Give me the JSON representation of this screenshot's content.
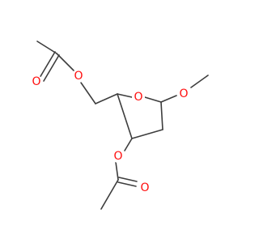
{
  "molecule": {
    "colors": {
      "bond": "#3d3d3d",
      "oxygen": "#ff0d0d"
    },
    "atoms": {
      "o_ester1_single": {
        "symbol": "O"
      },
      "o_ester1_carbonyl": {
        "symbol": "O"
      },
      "o_ring": {
        "symbol": "O"
      },
      "o_methoxy": {
        "symbol": "O"
      },
      "o_ester2_single": {
        "symbol": "O"
      },
      "o_ester2_carbonyl": {
        "symbol": "O"
      }
    }
  }
}
